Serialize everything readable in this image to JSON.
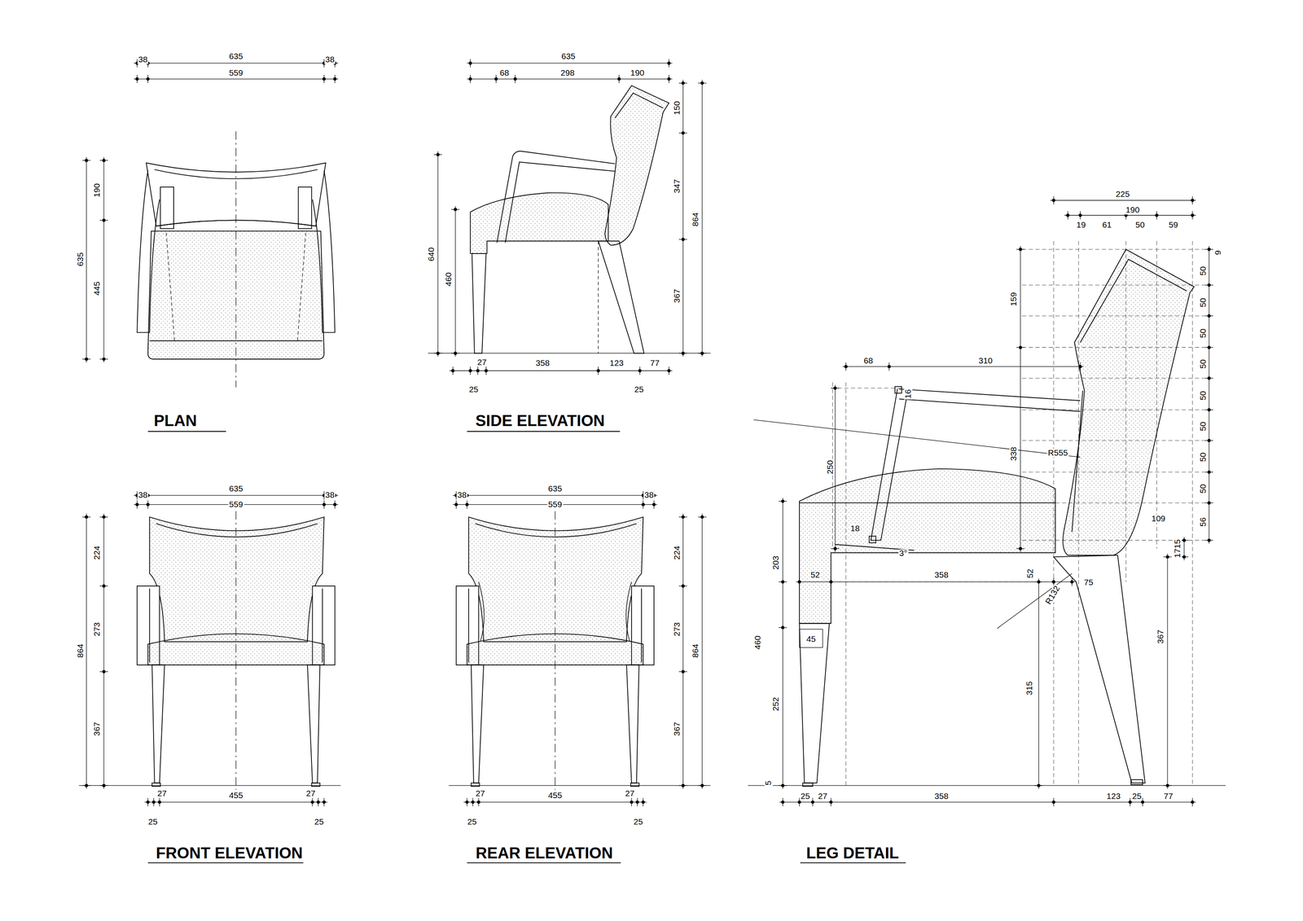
{
  "diagram": {
    "labels": [
      "38",
      "635",
      "38",
      "559",
      "190",
      "635",
      "445",
      "PLAN",
      "635",
      "68",
      "298",
      "190",
      "150",
      "347",
      "864",
      "367",
      "640",
      "460",
      "27",
      "358",
      "123",
      "77",
      "25",
      "25",
      "SIDE ELEVATION",
      "38",
      "635",
      "38",
      "559",
      "224",
      "864",
      "273",
      "367",
      "27",
      "455",
      "27",
      "25",
      "25",
      "FRONT ELEVATION",
      "38",
      "635",
      "38",
      "559",
      "224",
      "273",
      "864",
      "367",
      "27",
      "455",
      "27",
      "25",
      "25",
      "REAR ELEVATION",
      "225",
      "190",
      "19",
      "61",
      "50",
      "59",
      "9",
      "50",
      "50",
      "50",
      "50",
      "50",
      "50",
      "50",
      "50",
      "56",
      "1715",
      "109",
      "159",
      "338",
      "68",
      "310",
      "16",
      "250",
      "R555",
      "18",
      "3°",
      "52",
      "358",
      "52",
      "75",
      "R132",
      "203",
      "45",
      "460",
      "252",
      "315",
      "367",
      "5",
      "25",
      "27",
      "358",
      "123",
      "25",
      "77",
      "LEG DETAIL"
    ]
  }
}
